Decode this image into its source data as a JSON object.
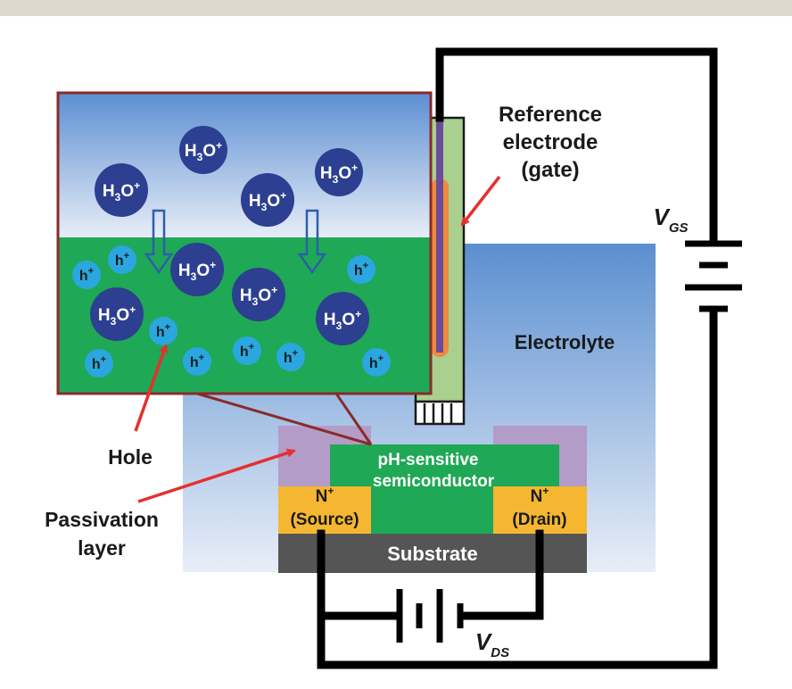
{
  "labels": {
    "reference_electrode_line1": "Reference",
    "reference_electrode_line2": "electrode",
    "reference_electrode_line3": "(gate)",
    "electrolyte": "Electrolyte",
    "ph_sensitive_line1": "pH-sensitive",
    "ph_sensitive_line2": "semiconductor",
    "source_line1": "N",
    "source_sup": "+",
    "source_line2": "(Source)",
    "drain_line1": "N",
    "drain_sup": "+",
    "drain_line2": "(Drain)",
    "substrate": "Substrate",
    "hole": "Hole",
    "passivation_line1": "Passivation",
    "passivation_line2": "layer",
    "vgs_main": "V",
    "vgs_sub": "GS",
    "vds_main": "V",
    "vds_sub": "DS"
  },
  "ion": {
    "h3o_base": "H",
    "h3o_sub": "3",
    "h3o_o": "O",
    "h3o_sup": "+",
    "hole_base": "h",
    "hole_sup": "+"
  },
  "colors": {
    "electrolyte_top": "#5b8fd0",
    "electrolyte_bottom": "#e6edf8",
    "semiconductor_green": "#1fa855",
    "n_plus": "#f5b731",
    "passivation": "#b39cc8",
    "substrate": "#555555",
    "h3o_ion": "#2d3f91",
    "hole_ion": "#2aa7df",
    "inset_border": "#8b2a2a",
    "arrow_red": "#e53030",
    "wire": "#000000"
  }
}
